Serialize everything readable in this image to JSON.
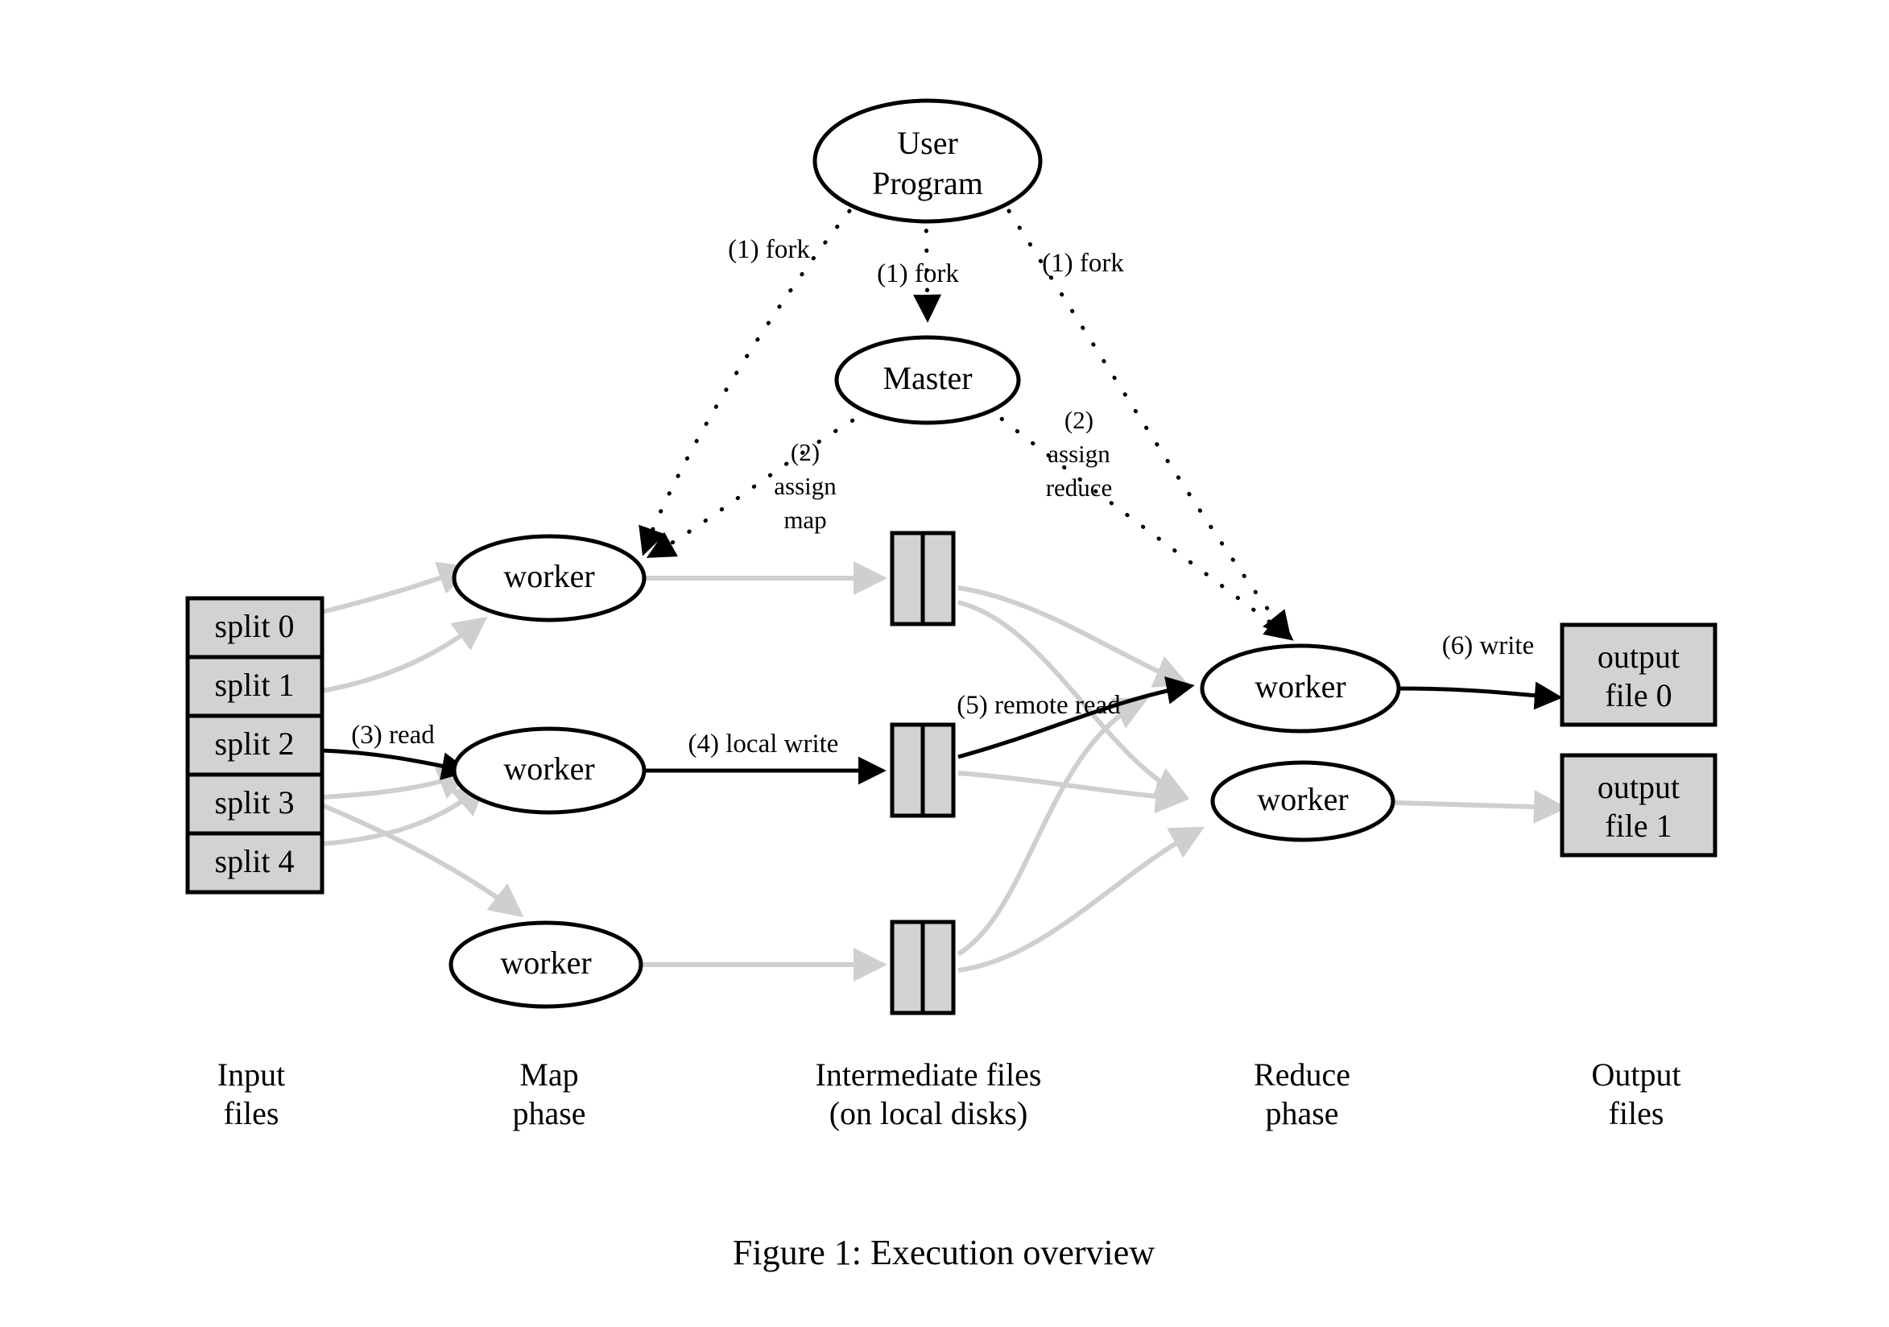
{
  "figure": {
    "caption": "Figure 1: Execution overview"
  },
  "nodes": {
    "user_program": {
      "line1": "User",
      "line2": "Program"
    },
    "master": {
      "label": "Master"
    },
    "map_workers": [
      {
        "label": "worker"
      },
      {
        "label": "worker"
      },
      {
        "label": "worker"
      }
    ],
    "reduce_workers": [
      {
        "label": "worker"
      },
      {
        "label": "worker"
      }
    ],
    "input_splits": [
      {
        "label": "split 0"
      },
      {
        "label": "split 1"
      },
      {
        "label": "split 2"
      },
      {
        "label": "split 3"
      },
      {
        "label": "split 4"
      }
    ],
    "intermediate_files": [
      {
        "label": ""
      },
      {
        "label": ""
      },
      {
        "label": ""
      }
    ],
    "output_files": [
      {
        "line1": "output",
        "line2": "file 0"
      },
      {
        "line1": "output",
        "line2": "file 1"
      }
    ]
  },
  "edges": {
    "fork_left": "(1) fork",
    "fork_center": "(1) fork",
    "fork_right": "(1) fork",
    "assign_map_l1": "(2)",
    "assign_map_l2": "assign",
    "assign_map_l3": "map",
    "assign_reduce_l1": "(2)",
    "assign_reduce_l2": "assign",
    "assign_reduce_l3": "reduce",
    "read": "(3) read",
    "local_write": "(4) local write",
    "remote_read": "(5) remote read",
    "write": "(6) write"
  },
  "column_labels": {
    "input": {
      "line1": "Input",
      "line2": "files"
    },
    "map": {
      "line1": "Map",
      "line2": "phase"
    },
    "intermediate": {
      "line1": "Intermediate files",
      "line2": "(on local disks)"
    },
    "reduce": {
      "line1": "Reduce",
      "line2": "phase"
    },
    "output": {
      "line1": "Output",
      "line2": "files"
    }
  },
  "colors": {
    "box_fill": "#d2d2d2",
    "outline": "#000000",
    "gray_edge": "#cfcfcf",
    "background": "#ffffff"
  }
}
